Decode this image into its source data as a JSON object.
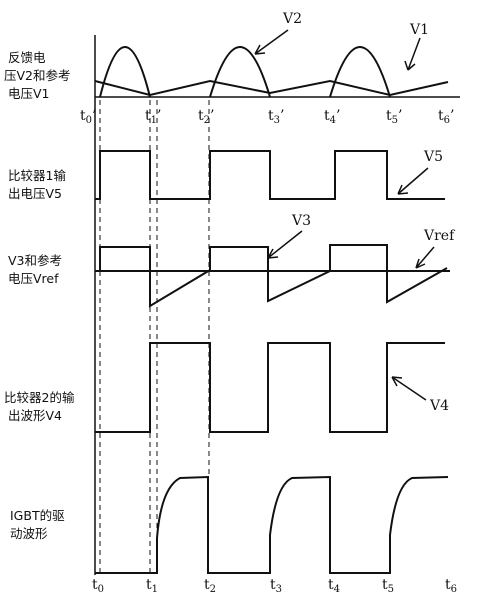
{
  "rows": {
    "r1": {
      "label_lines": [
        "反馈电",
        "压V2和参考",
        "电压V1"
      ]
    },
    "r2": {
      "label_lines": [
        "比较器1输",
        "出电压V5"
      ]
    },
    "r3": {
      "label_lines": [
        "V3和参考",
        "电压Vref"
      ]
    },
    "r4": {
      "label_lines": [
        "比较器2的输",
        "出波形V4"
      ]
    },
    "r5": {
      "label_lines": [
        "IGBT的驱",
        "动波形"
      ]
    }
  },
  "signals": {
    "v1": "V1",
    "v2": "V2",
    "v3": "V3",
    "v4": "V4",
    "v5": "V5",
    "vref": "Vref"
  },
  "ticks_top": [
    {
      "base": "t",
      "sub": "0",
      "prime": true
    },
    {
      "base": "t",
      "sub": "1",
      "prime": true
    },
    {
      "base": "t",
      "sub": "2",
      "prime": true
    },
    {
      "base": "t",
      "sub": "3",
      "prime": true
    },
    {
      "base": "t",
      "sub": "4",
      "prime": true
    },
    {
      "base": "t",
      "sub": "5",
      "prime": true
    },
    {
      "base": "t",
      "sub": "6",
      "prime": true
    }
  ],
  "ticks_bottom": [
    {
      "base": "t",
      "sub": "0",
      "prime": false
    },
    {
      "base": "t",
      "sub": "1",
      "prime": false
    },
    {
      "base": "t",
      "sub": "2",
      "prime": false
    },
    {
      "base": "t",
      "sub": "3",
      "prime": false
    },
    {
      "base": "t",
      "sub": "4",
      "prime": false
    },
    {
      "base": "t",
      "sub": "5",
      "prime": false
    },
    {
      "base": "t",
      "sub": "6",
      "prime": false
    }
  ]
}
